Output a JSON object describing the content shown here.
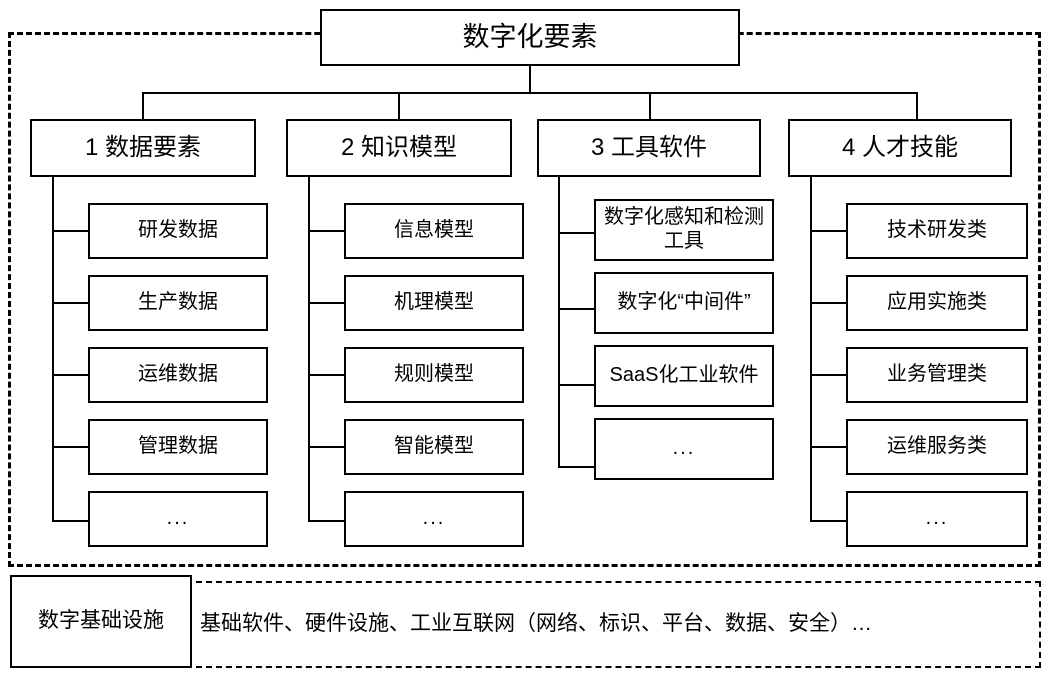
{
  "diagram": {
    "title": "数字化要素",
    "categories": [
      {
        "label": "1 数据要素",
        "items": [
          "研发数据",
          "生产数据",
          "运维数据",
          "管理数据",
          "..."
        ]
      },
      {
        "label": "2 知识模型",
        "items": [
          "信息模型",
          "机理模型",
          "规则模型",
          "智能模型",
          "..."
        ]
      },
      {
        "label": "3 工具软件",
        "items": [
          "数字化感知和检测工具",
          "数字化“中间件”",
          "SaaS化工业软件",
          "..."
        ]
      },
      {
        "label": "4 人才技能",
        "items": [
          "技术研发类",
          "应用实施类",
          "业务管理类",
          "运维服务类",
          "..."
        ]
      }
    ],
    "infrastructure": {
      "label": "数字基础设施",
      "description": "基础软件、硬件设施、工业互联网（网络、标识、平台、数据、安全）…"
    }
  }
}
